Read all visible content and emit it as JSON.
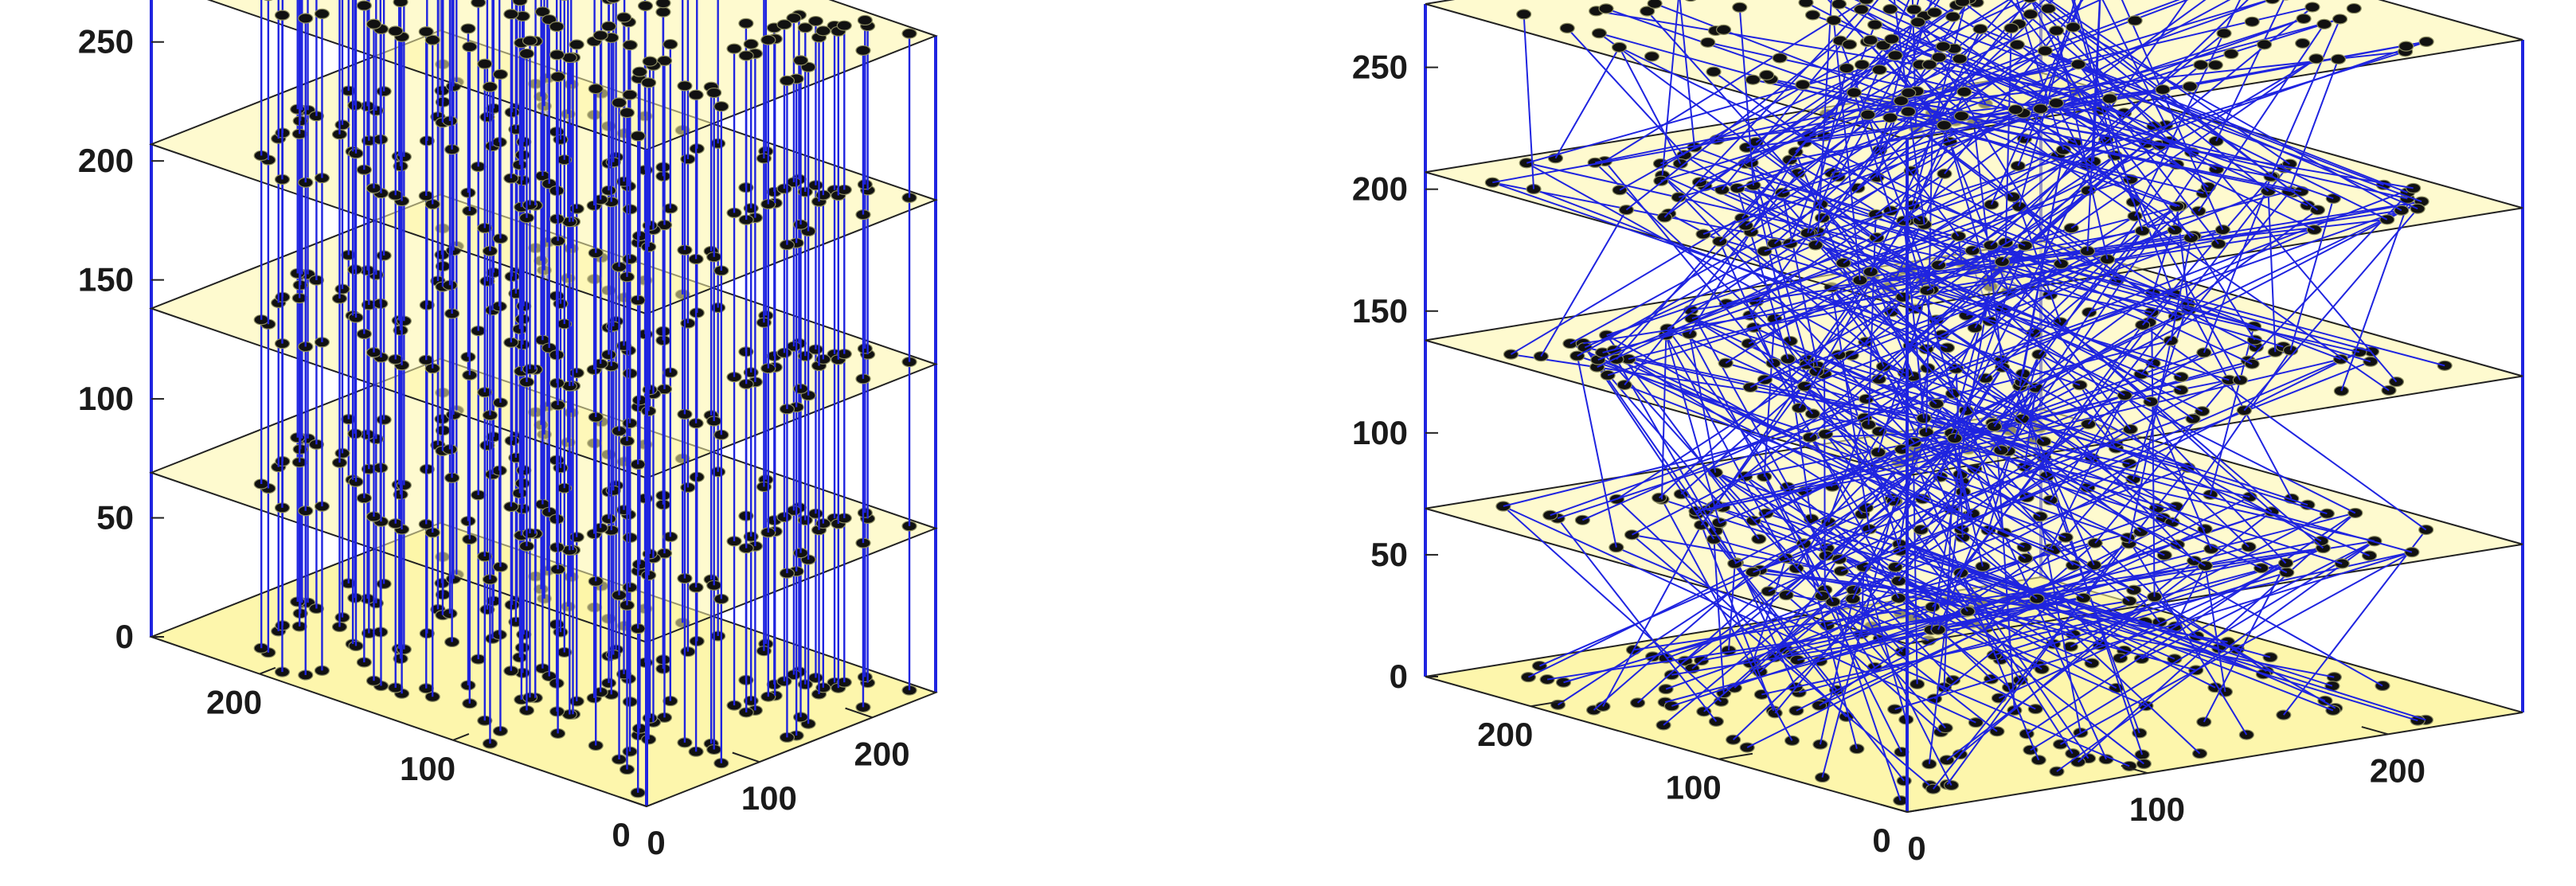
{
  "colors": {
    "plane_fill": "#fdf6a8",
    "plane_edge": "#222222",
    "line": "#1f24e0",
    "point": "#111111",
    "axis": "#222222"
  },
  "chart_data": [
    {
      "type": "scatter",
      "subtype": "scatter3d-with-connecting-lines",
      "panel": "left",
      "title": "",
      "xlabel": "",
      "ylabel": "",
      "zlabel": "",
      "xlim": [
        0,
        256
      ],
      "ylim": [
        0,
        256
      ],
      "zlim": [
        0,
        276
      ],
      "x_ticks": [
        0,
        100,
        200
      ],
      "y_ticks": [
        0,
        100,
        200
      ],
      "z_ticks": [
        0,
        50,
        100,
        150,
        200,
        250
      ],
      "planes_z": [
        0,
        69,
        138,
        207,
        276
      ],
      "point_count_per_plane": 150,
      "connection": "vertical",
      "grid": false,
      "legend": "none"
    },
    {
      "type": "scatter",
      "subtype": "scatter3d-with-connecting-lines",
      "panel": "right",
      "title": "",
      "xlabel": "",
      "ylabel": "",
      "zlabel": "",
      "xlim": [
        0,
        256
      ],
      "ylim": [
        0,
        256
      ],
      "zlim": [
        0,
        276
      ],
      "x_ticks": [
        0,
        100,
        200
      ],
      "y_ticks": [
        0,
        100,
        200
      ],
      "z_ticks": [
        0,
        50,
        100,
        150,
        200,
        250
      ],
      "planes_z": [
        0,
        69,
        138,
        207,
        276
      ],
      "point_count_per_plane": 150,
      "connection": "random-diagonal",
      "grid": false,
      "legend": "none"
    }
  ]
}
